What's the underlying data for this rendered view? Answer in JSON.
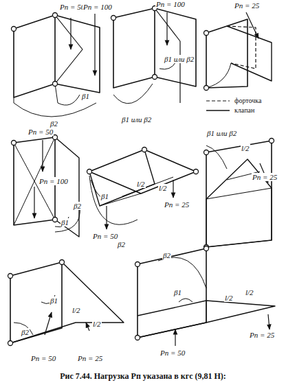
{
  "diagram": {
    "caption": "Рис 7.44. Нагрузка Pп указана в кгс (9,81 Н):",
    "labels": [
      "Pп = 50",
      "Pп = 100",
      "β1",
      "β2",
      "Pп = 100",
      "β1 или β2",
      "β1 или β2",
      "Pп = 25",
      "Pп = 50",
      "Pп = 100",
      "β1",
      "β2",
      "β1",
      "l/2",
      "l/2",
      "Pп = 25",
      "Pп = 50",
      "β2",
      "β1 или β2",
      "l/2",
      "Pп = 25",
      "β2",
      "β1",
      "l/2",
      "l/2",
      "Pп = 50",
      "Pп = 25",
      "β2",
      "β1",
      "l/2",
      "l/2",
      "Pп = 25",
      "Pп = 50"
    ],
    "legend": [
      {
        "text": "форточка"
      },
      {
        "text": "клапан"
      }
    ]
  }
}
